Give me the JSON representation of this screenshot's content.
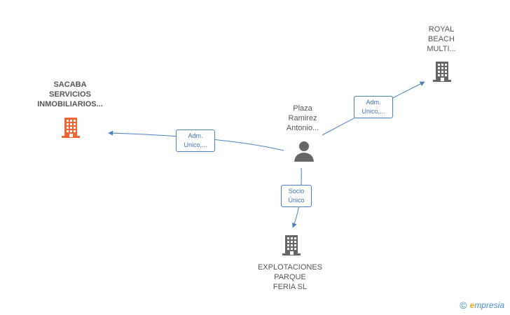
{
  "nodes": {
    "sacaba": {
      "label": "SACABA\nSERVICIOS\nINMOBILIARIOS...",
      "color": "#f26531"
    },
    "royal": {
      "label": "ROYAL\nBEACH\nMULTI...",
      "color": "#666666"
    },
    "person": {
      "label": "Plaza\nRamirez\nAntonio...",
      "color": "#666666"
    },
    "explotaciones": {
      "label": "EXPLOTACIONES\nPARQUE\nFERIA  SL",
      "color": "#666666"
    }
  },
  "edges": {
    "to_sacaba": {
      "label": "Adm.\nUnico,..."
    },
    "to_royal": {
      "label": "Adm.\nUnico,..."
    },
    "to_explotaciones": {
      "label": "Socio\nÚnico"
    }
  },
  "footer": {
    "copyright": "©",
    "brand_first": "e",
    "brand_rest": "mpresia"
  },
  "colors": {
    "edge": "#4a7fc1",
    "highlight": "#f26531",
    "neutral": "#666666"
  }
}
